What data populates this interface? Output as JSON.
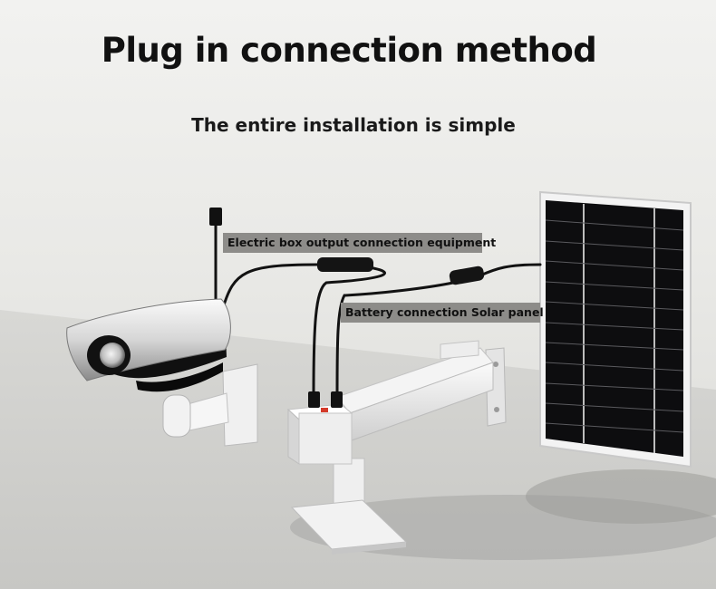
{
  "heading": {
    "title": "Plug in connection method",
    "subtitle": "The entire installation is simple"
  },
  "labels": {
    "electric_box": "Electric box output connection equipment",
    "battery_solar": "Battery connection  Solar panel"
  },
  "colors": {
    "label_background": "#8d8c89",
    "heading_text": "#111111",
    "panel_cells": "#0d0d0f"
  }
}
